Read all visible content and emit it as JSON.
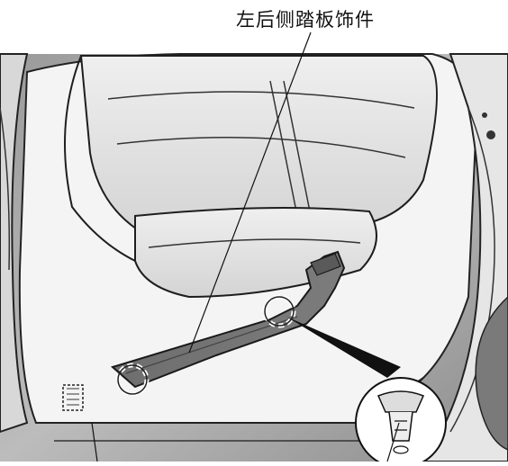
{
  "diagram": {
    "callout_label": "左后侧踏板饰件",
    "parts": [
      "rear-seat",
      "left-rear-door-sill-trim",
      "retaining-clip"
    ]
  }
}
